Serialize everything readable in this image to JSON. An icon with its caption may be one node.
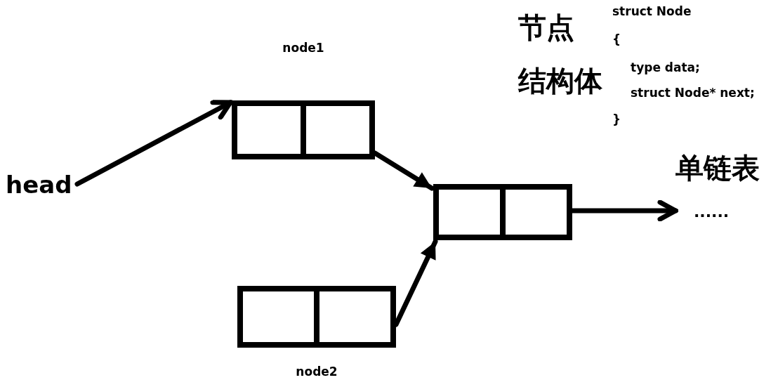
{
  "diagram": {
    "nodes": [
      {
        "text": [
          "head"
        ]
      },
      {
        "text": [
          "node1"
        ]
      },
      {
        "text": [],
        "shape": "box"
      },
      {
        "text": [
          "node2"
        ]
      },
      {
        "text": [
          "......"
        ]
      }
    ],
    "edges": [
      {
        "from": 0,
        "to": 1,
        "arrow": "to"
      },
      {
        "from": 1,
        "to": 2,
        "arrow": "to"
      },
      {
        "from": 3,
        "to": 2,
        "arrow": "to"
      },
      {
        "from": 2,
        "to": 4,
        "arrow": "to"
      }
    ],
    "labels": [
      "节点",
      "结构体",
      "struct Node",
      "{",
      "type data;",
      "struct Node* next;",
      "}",
      "单链表"
    ]
  }
}
